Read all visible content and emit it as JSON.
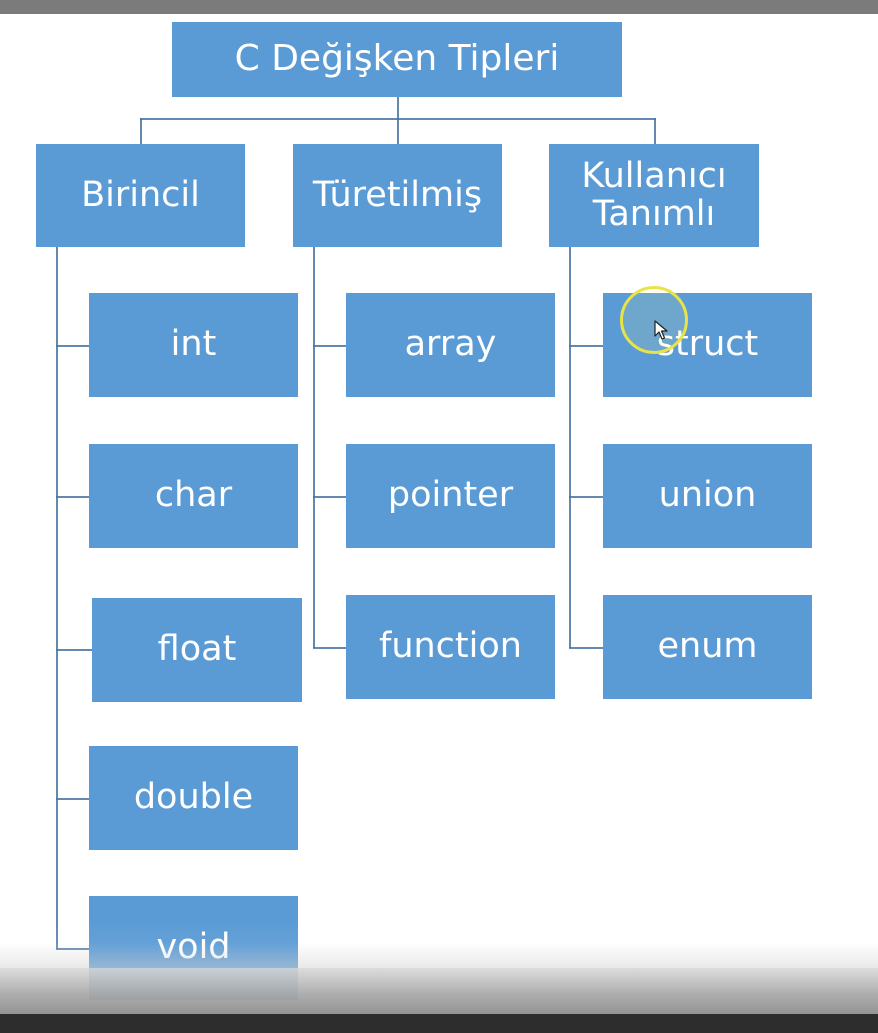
{
  "diagram": {
    "root": "C Değişken Tipleri",
    "categories": [
      {
        "label": "Birincil",
        "items": [
          "int",
          "char",
          "float",
          "double",
          "void"
        ]
      },
      {
        "label": "Türetilmiş",
        "items": [
          "array",
          "pointer",
          "function"
        ]
      },
      {
        "label": "Kullanıcı Tanımlı",
        "items": [
          "struct",
          "union",
          "enum"
        ]
      }
    ]
  },
  "colors": {
    "box": "#5B9BD5",
    "connector": "#4a73a1",
    "text": "#FFFFFF",
    "cursor_highlight": "#e9e34a"
  },
  "icons": {
    "cursor": "mouse-pointer-icon"
  }
}
